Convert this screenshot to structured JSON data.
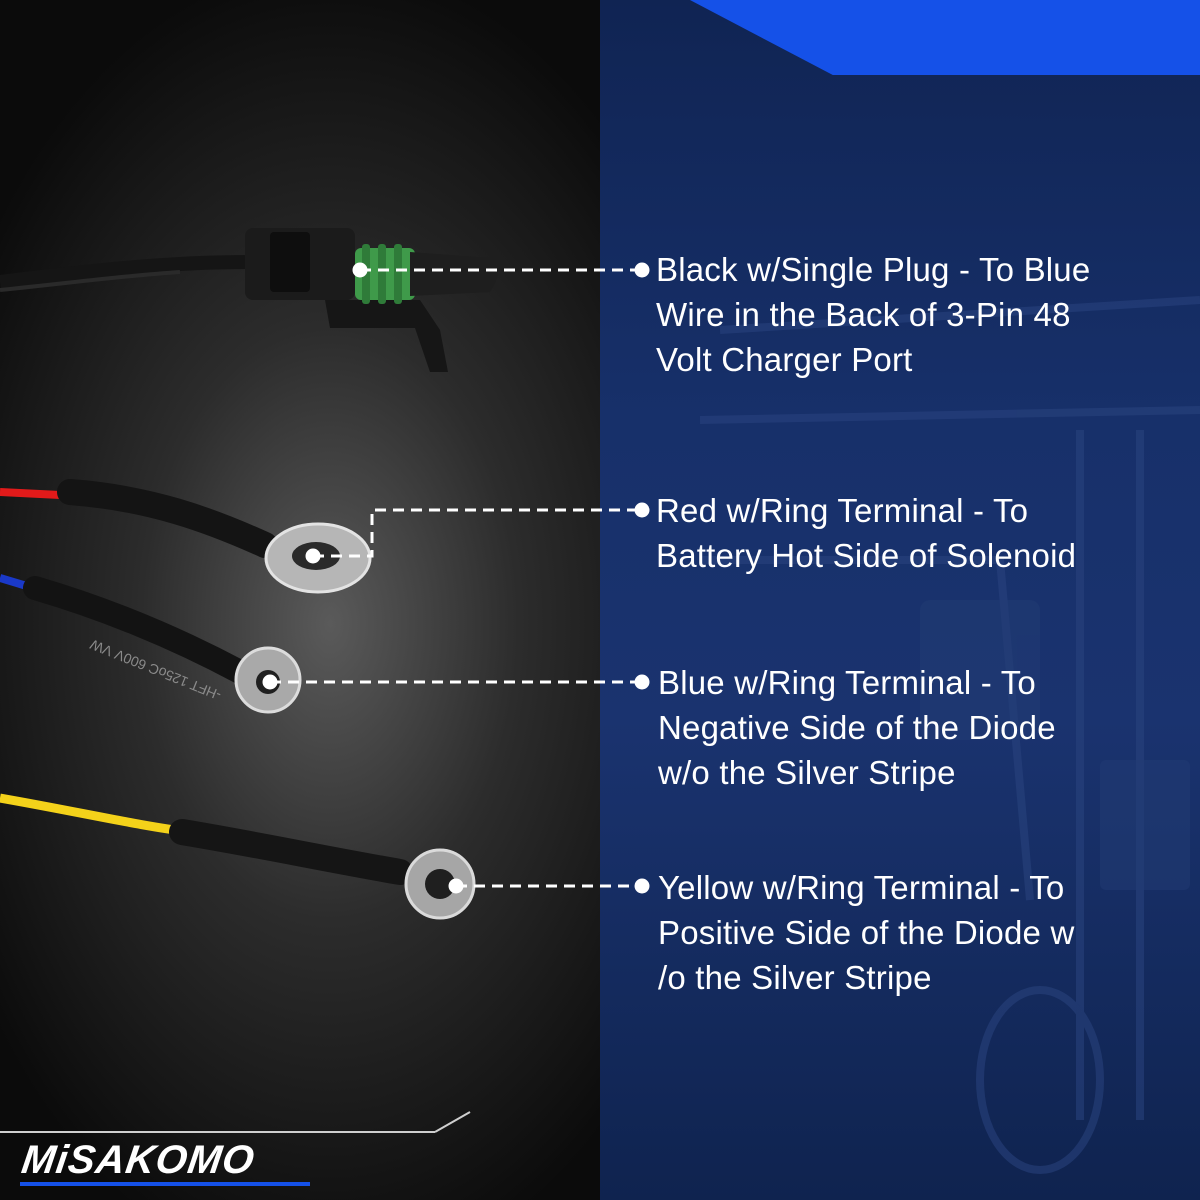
{
  "brand": {
    "logo_text": "MiSAKOMO",
    "accent_color": "#1551e8"
  },
  "colors": {
    "left_bg": "#2c2c2c",
    "right_bg": "#17306a",
    "wire_red": "#e21a1a",
    "wire_blue": "#1a39c8",
    "wire_yellow": "#f4d21a",
    "connector_black": "#1b1b1b",
    "seal_green": "#3f9a4a",
    "leader_line": "#ffffff"
  },
  "callouts": [
    {
      "id": "black",
      "text": "Black w/Single Plug - To Blue\nWire in the Back of 3-Pin 48\nVolt Charger Port"
    },
    {
      "id": "red",
      "text": "Red w/Ring Terminal - To\nBattery Hot Side of Solenoid"
    },
    {
      "id": "blue",
      "text": "Blue w/Ring Terminal - To\nNegative Side of the Diode\nw/o the Silver Stripe"
    },
    {
      "id": "yellow",
      "text": "Yellow w/Ring Terminal - To\nPositive Side of the Diode w\n/o the Silver Stripe"
    }
  ],
  "wire_print": {
    "text": "-HFT 125oC 600V VW"
  }
}
